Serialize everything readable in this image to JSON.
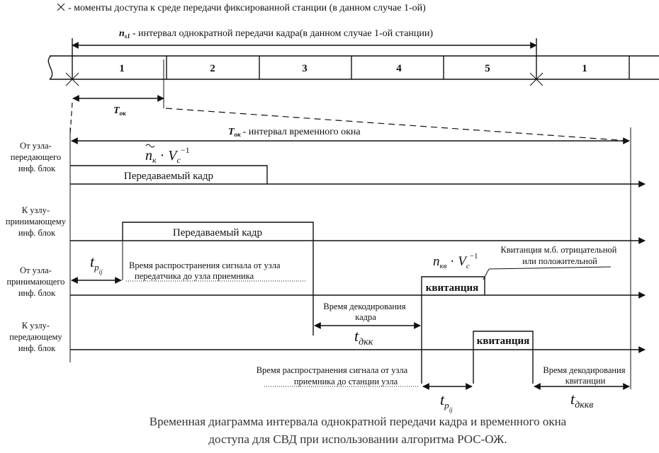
{
  "legend": {
    "text": "- моменты доступа к среде передачи фиксированной станции (в данном случае 1-ой)"
  },
  "top_interval": {
    "symbol": "n",
    "sub": "s1",
    "text": "- интервал однократной передачи кадра(в данном случае 1-ой станции)"
  },
  "slots": [
    "1",
    "2",
    "3",
    "4",
    "5",
    "1"
  ],
  "t_ok": {
    "symbol": "T",
    "sub": "ок"
  },
  "window": {
    "symbol": "T",
    "sub": "ок",
    "text": "- интервал временного окна"
  },
  "formula_tx": {
    "n": "n",
    "n_sub": "к",
    "v": "V",
    "v_sub": "с",
    "exp": "−1"
  },
  "rows": [
    {
      "lines": [
        "От узла-",
        "передающего",
        "инф. блок"
      ]
    },
    {
      "lines": [
        "К узлу-",
        "принимающему",
        "инф. блок"
      ]
    },
    {
      "lines": [
        "От узла-",
        "принимающего",
        "инф. блок"
      ]
    },
    {
      "lines": [
        "К узлу-",
        "передающему",
        "инф. блок"
      ]
    }
  ],
  "frame_label_1": "Передаваемый кадр",
  "frame_label_2": "Передаваемый кадр",
  "tp1": {
    "symbol": "t",
    "sub": "p",
    "sub2": "ij"
  },
  "prop1": {
    "line1": "Время распространения сигнала от узла",
    "line2": "передатчика до узла приемника"
  },
  "decode1": {
    "line1": "Время декодирования",
    "line2": "кадра"
  },
  "t_dkk": {
    "symbol": "t",
    "sub": "дкк"
  },
  "formula_ack": {
    "n": "n",
    "n_sub": "кв",
    "v": "V",
    "v_sub": "с",
    "exp": "−1"
  },
  "ack_note": {
    "line1": "Квитанция м.б. отрицательной",
    "line2": "или положительной"
  },
  "ack_label_1": "квитанция",
  "ack_label_2": "квитанция",
  "prop2": {
    "line1": "Время распространения сигнала от узла",
    "line2": "приемника до станции узла"
  },
  "tp2": {
    "symbol": "t",
    "sub": "p",
    "sub2": "ij"
  },
  "decode2": {
    "line1": "Время декодирования",
    "line2": "квитанции"
  },
  "t_dkkv": {
    "symbol": "t",
    "sub": "дккв"
  },
  "caption": {
    "line1": "Временная диаграмма интервала однократной передачи кадра и временного окна",
    "line2": "доступа для СВД при использовании алгоритма РОС-ОЖ."
  },
  "colors": {
    "ink": "#111111",
    "caption": "#333333",
    "background": "#ffffff"
  }
}
